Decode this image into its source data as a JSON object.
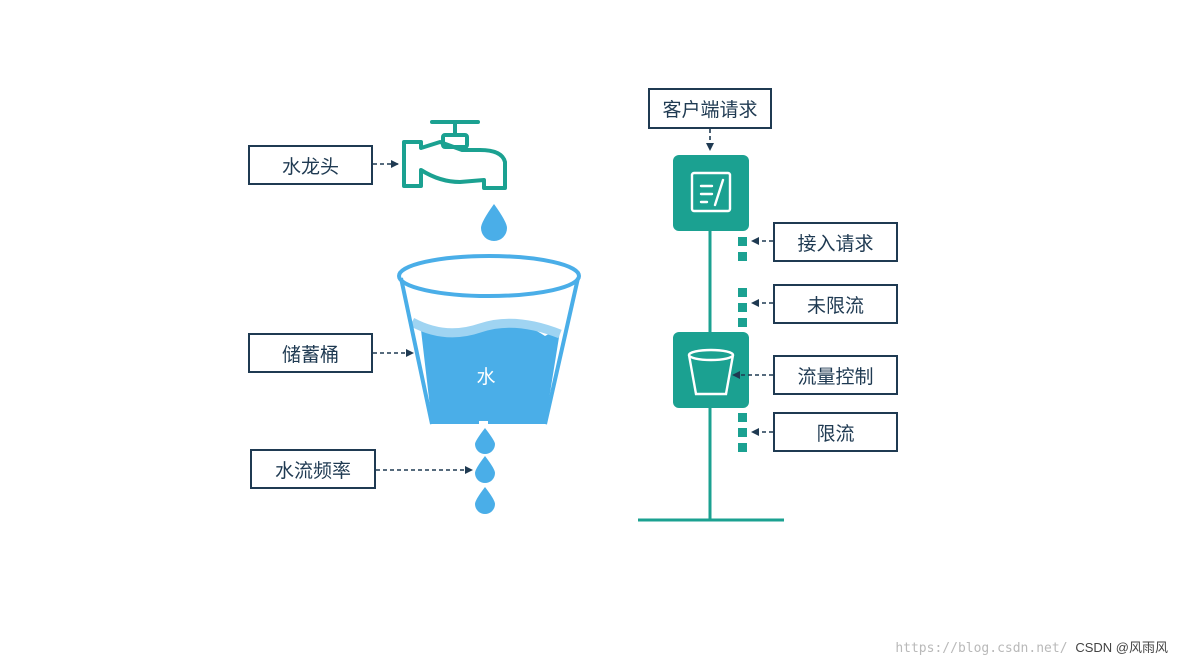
{
  "left": {
    "faucet_label": "水龙头",
    "bucket_label": "储蓄桶",
    "water_text": "水",
    "flow_label": "水流频率"
  },
  "right": {
    "client_label": "客户端请求",
    "accept_label": "接入请求",
    "unlimited_label": "未限流",
    "control_label": "流量控制",
    "limited_label": "限流"
  },
  "watermark": {
    "url": "https://blog.csdn.net/",
    "brand": "CSDN @风雨风"
  },
  "colors": {
    "teal": "#1ba191",
    "water": "#4aaee8",
    "water_light": "#9fd4f2",
    "label_border": "#1f3a52"
  }
}
